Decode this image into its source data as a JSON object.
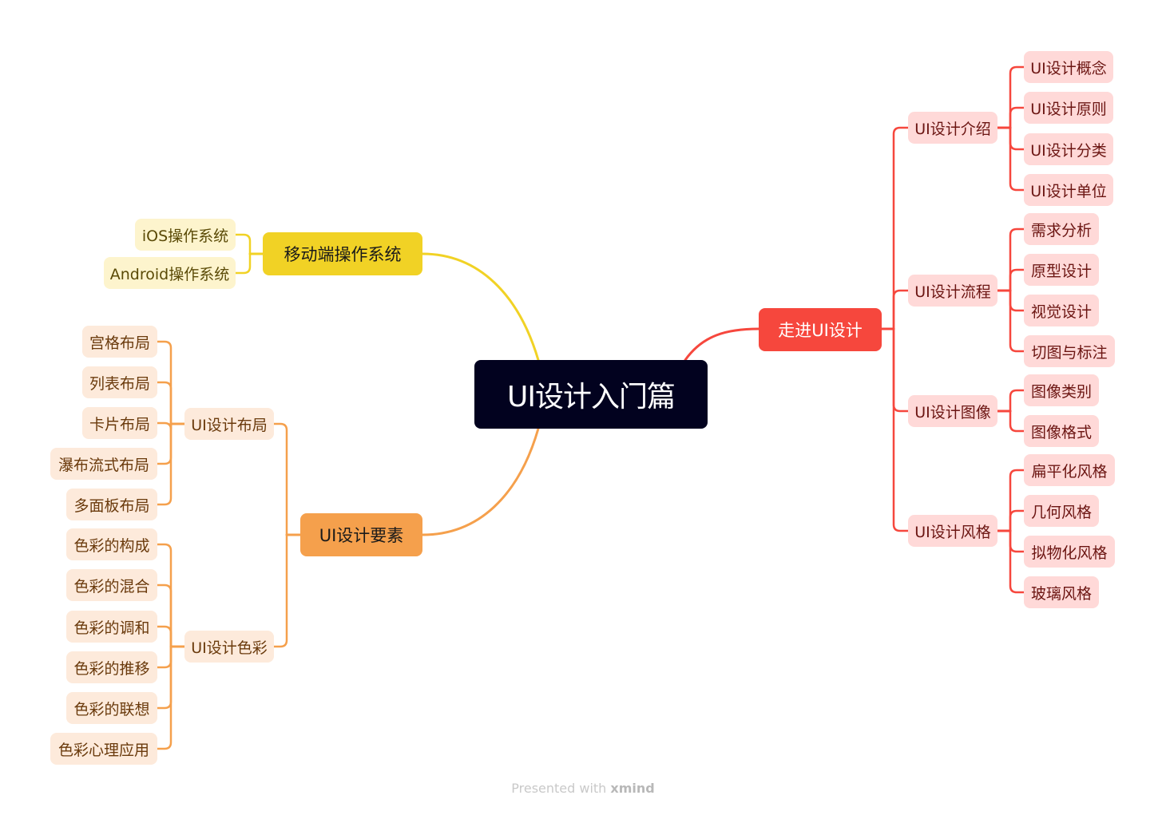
{
  "central_topic": "UI设计入门篇",
  "branches": {
    "right": {
      "label": "走进UI设计",
      "color": "#f6473d",
      "children": [
        {
          "label": "UI设计介绍",
          "children": [
            "UI设计概念",
            "UI设计原则",
            "UI设计分类",
            "UI设计单位"
          ]
        },
        {
          "label": "UI设计流程",
          "children": [
            "需求分析",
            "原型设计",
            "视觉设计",
            "切图与标注"
          ]
        },
        {
          "label": "UI设计图像",
          "children": [
            "图像类别",
            "图像格式"
          ]
        },
        {
          "label": "UI设计风格",
          "children": [
            "扁平化风格",
            "几何风格",
            "拟物化风格",
            "玻璃风格"
          ]
        }
      ]
    },
    "left_top": {
      "label": "移动端操作系统",
      "color": "#f1d225",
      "children": [
        "iOS操作系统",
        "Android操作系统"
      ]
    },
    "left_bottom": {
      "label": "UI设计要素",
      "color": "#f5a04c",
      "children": [
        {
          "label": "UI设计布局",
          "children": [
            "宫格布局",
            "列表布局",
            "卡片布局",
            "瀑布流式布局",
            "多面板布局"
          ]
        },
        {
          "label": "UI设计色彩",
          "children": [
            "色彩的构成",
            "色彩的混合",
            "色彩的调和",
            "色彩的推移",
            "色彩的联想",
            "色彩心理应用"
          ]
        }
      ]
    }
  },
  "footer": {
    "prefix": "Presented with ",
    "brand": "xmind"
  }
}
